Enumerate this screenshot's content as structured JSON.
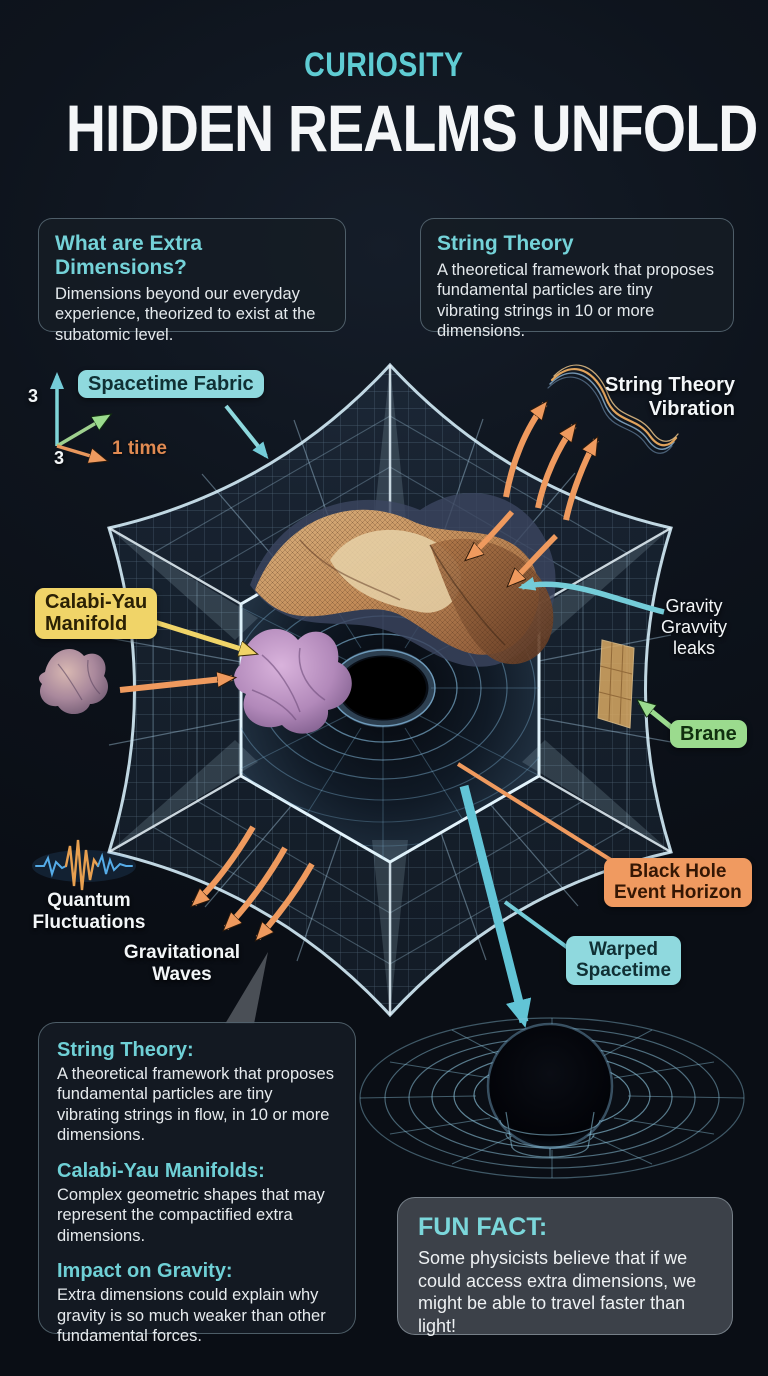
{
  "header": {
    "kicker": "CURIOSITY",
    "title": "HIDDEN REALMS UNFOLD"
  },
  "info_boxes": [
    {
      "title": "What are Extra Dimensions?",
      "body": "Dimensions beyond our everyday experience, theorized to exist at the subatomic level."
    },
    {
      "title": "String Theory",
      "body": "A theoretical framework that proposes fundamental particles are tiny vibrating strings in 10 or more dimensions."
    }
  ],
  "axis": {
    "dim3_vertical": "3",
    "dim3_diagonal": "3",
    "time": "1 time"
  },
  "labels": {
    "spacetime_fabric": "Spacetime Fabric",
    "string_vibration": "String Theory\nVibration",
    "calabi_yau": "Calabi-Yau\nManifold",
    "gravity_leaks": "Gravity\nGravvity\nleaks",
    "brane": "Brane",
    "black_hole": "Black Hole\nEvent Horizon",
    "warped": "Warped\nSpacetime",
    "quantum": "Quantum\nFluctuations",
    "grav_waves": "Gravitational\nWaves"
  },
  "detail_box": {
    "sections": [
      {
        "heading": "String Theory:",
        "body": "A theoretical framework that proposes fundamental particles are tiny vibrating strings in flow, in 10 or more dimensions."
      },
      {
        "heading": "Calabi-Yau Manifolds:",
        "body": "Complex geometric shapes that may represent the compactified extra dimensions."
      },
      {
        "heading": "Impact on Gravity:",
        "body": "Extra dimensions could explain why gravity is so much weaker than other fundamental forces."
      }
    ]
  },
  "fun_fact": {
    "heading": "FUN FACT:",
    "body": "Some physicists believe that if we could access extra dimensions, we might be able to travel faster than light!"
  },
  "colors": {
    "accent_teal": "#5fccd3",
    "label_teal": "#8fd9de",
    "label_yellow": "#f0d468",
    "label_green": "#9bdb8e",
    "label_orange": "#f09a60",
    "arrow_orange": "#ef9a5e",
    "wireframe_blue": "#a9cde4",
    "background": "#0e141d"
  }
}
